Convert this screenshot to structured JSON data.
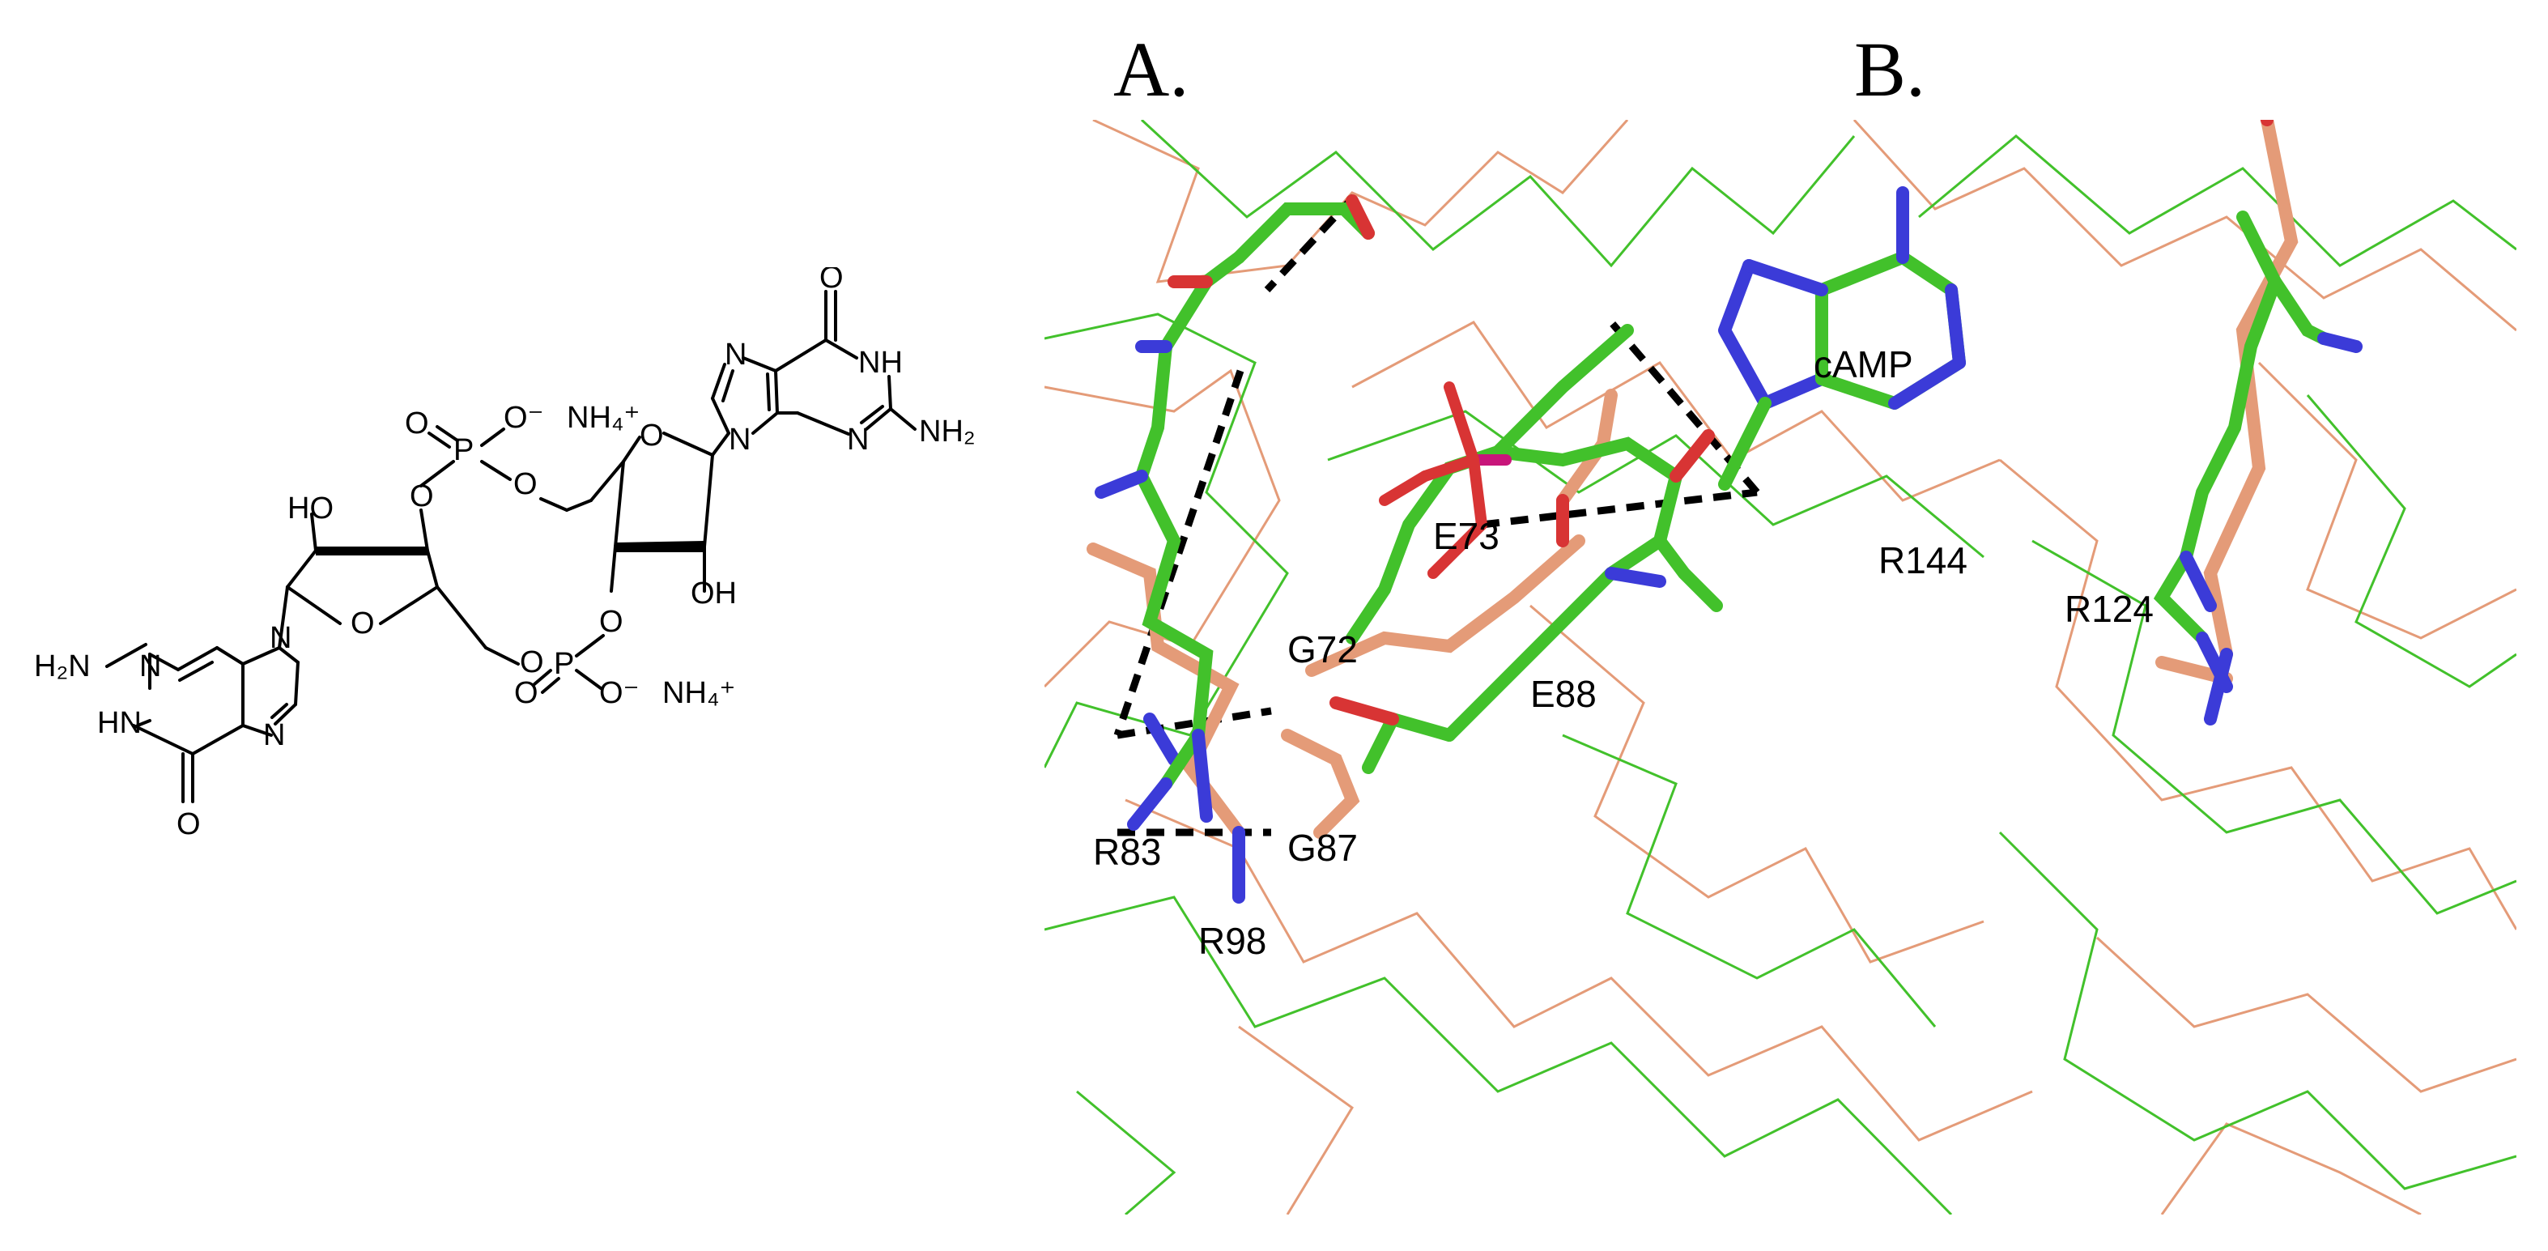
{
  "panels": {
    "a_label": "A.",
    "b_label": "B."
  },
  "molecule": {
    "atoms": {
      "ho_top": "HO",
      "oh_bottom": "OH",
      "ring_o_left": "O",
      "ring_o_right": "O",
      "ester_o1": "O",
      "ester_o2": "O",
      "ester_o3": "O",
      "ester_o4": "O",
      "p_top": "P",
      "p_bottom": "P",
      "o_dbl_top": "O",
      "o_dbl_bottom": "O",
      "o_minus_top": "O⁻",
      "o_minus_bottom": "O⁻",
      "nh4_top": "NH₄⁺",
      "nh4_bottom": "NH₄⁺",
      "h2n_left": "H₂N",
      "hn_left": "HN",
      "n_left_1": "N",
      "n_left_2": "N",
      "n_left_3": "N",
      "o_carbonyl_left": "O",
      "o_carbonyl_right": "O",
      "nh_right": "NH",
      "nh2_right": "NH₂",
      "n_right_1": "N",
      "n_right_2": "N",
      "n_right_3": "N"
    }
  },
  "structure": {
    "ligand_label": "cAMP",
    "residues": [
      "E73",
      "G72",
      "E88",
      "R83",
      "G87",
      "R98",
      "R144",
      "R124"
    ]
  },
  "colors": {
    "green": "#42c12b",
    "salmon": "#e49b78",
    "blue": "#3b3bd8",
    "red": "#d83434",
    "magenta": "#c8157a"
  }
}
